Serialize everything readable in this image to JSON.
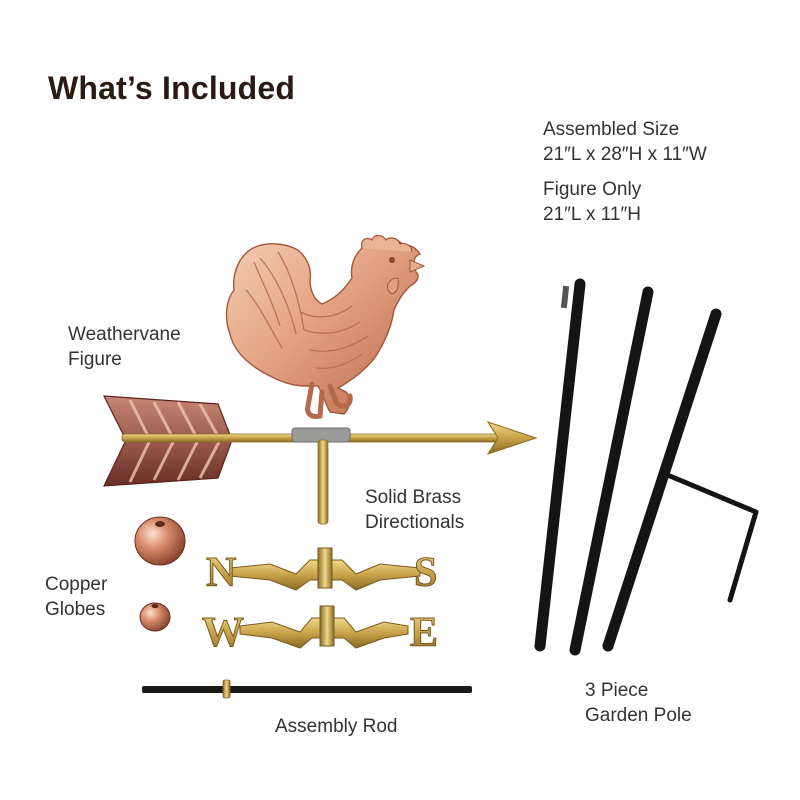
{
  "title": "What’s Included",
  "specs": {
    "assembled_label": "Assembled Size",
    "assembled_value": "21″L x 28″H x 11″W",
    "figure_label": "Figure Only",
    "figure_value": "21″L x 11″H"
  },
  "labels": {
    "weathervane_line1": "Weathervane",
    "weathervane_line2": "Figure",
    "directionals_line1": "Solid Brass",
    "directionals_line2": "Directionals",
    "globes_line1": "Copper",
    "globes_line2": "Globes",
    "rod": "Assembly Rod",
    "pole_line1": "3 Piece",
    "pole_line2": "Garden Pole"
  },
  "directionals": {
    "north": "N",
    "south": "S",
    "west": "W",
    "east": "E"
  },
  "colors": {
    "copper": "#d9906f",
    "copper_dark": "#7a3a26",
    "brass": "#c8a24a",
    "brass_dark": "#8a6a24",
    "pole": "#151515",
    "title": "#2a1a14"
  }
}
